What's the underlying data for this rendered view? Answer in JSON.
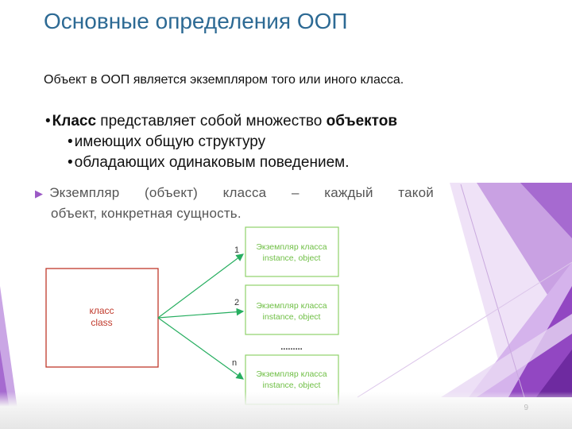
{
  "slide": {
    "title": "Основные определения ООП",
    "intro": "Объект в ООП является экземпляром того или иного класса.",
    "bullets": {
      "main_bold1": "Класс",
      "main_text": " представляет собой множество ",
      "main_bold2": "объектов",
      "sub1": "имеющих общую структуру",
      "sub2": "обладающих одинаковым поведением."
    },
    "note": {
      "line1_words": [
        "Экземпляр",
        "(объект)",
        "класса",
        "–",
        "каждый",
        "такой"
      ],
      "line2": "объект, конкретная сущность."
    },
    "diagram": {
      "class_box": {
        "line1": "класс",
        "line2": "class"
      },
      "instances": [
        {
          "number": "1",
          "line1": "Экземпляр класса",
          "line2": "instance, object"
        },
        {
          "number": "2",
          "line1": "Экземпляр класса",
          "line2": "instance, object"
        },
        {
          "number": "n",
          "line1": "Экземпляр класса",
          "line2": "instance, object"
        }
      ],
      "ellipsis": ".........",
      "colors": {
        "class_border": "#c0392b",
        "class_text": "#c0392b",
        "instance_border": "#8fd16a",
        "instance_text": "#6fbf45",
        "arrow": "#27ae60"
      }
    },
    "page_number": "9",
    "accent_color": "#9b59c5"
  }
}
